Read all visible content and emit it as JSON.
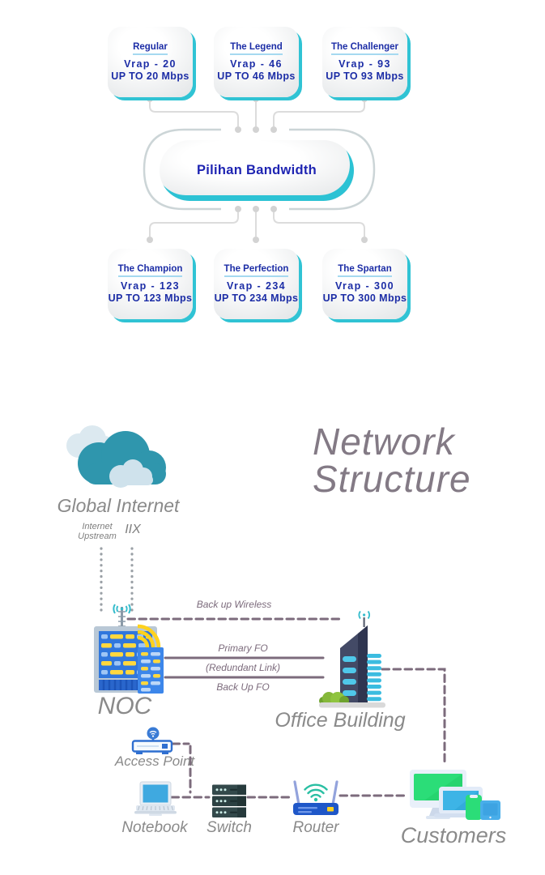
{
  "bandwidth_diagram": {
    "center_label": "Pilihan Bandwidth",
    "plans": [
      {
        "name": "Regular",
        "package": "Vrap - 20",
        "speed": "UP TO 20 Mbps"
      },
      {
        "name": "The Legend",
        "package": "Vrap - 46",
        "speed": "UP TO 46 Mbps"
      },
      {
        "name": "The Challenger",
        "package": "Vrap - 93",
        "speed": "UP TO 93 Mbps"
      },
      {
        "name": "The Champion",
        "package": "Vrap - 123",
        "speed": "UP TO 123 Mbps"
      },
      {
        "name": "The Perfection",
        "package": "Vrap - 234",
        "speed": "UP TO 234 Mbps"
      },
      {
        "name": "The Spartan",
        "package": "Vrap - 300",
        "speed": "UP TO 300 Mbps"
      }
    ],
    "colors": {
      "plan_text": "#1c2da6",
      "teal_accent": "#30c3d4",
      "title_underline": "#a5d9f0",
      "connector_gray": "#dcdcdc"
    }
  },
  "network_diagram": {
    "title_line1": "Network",
    "title_line2": "Structure",
    "nodes": {
      "global_internet": "Global Internet",
      "noc": "NOC",
      "office_building": "Office Building",
      "access_point": "Access Point",
      "notebook": "Notebook",
      "switch": "Switch",
      "router": "Router",
      "customers": "Customers"
    },
    "links": {
      "internet_upstream": "Internet Upstream",
      "iix": "IIX",
      "backup_wireless": "Back up Wireless",
      "primary_fo": "Primary FO",
      "redundant_link": "(Redundant Link)",
      "backup_fo": "Back Up FO"
    },
    "icon_names": [
      "cloud-icon",
      "noc-building-icon",
      "antenna-icon",
      "wifi-signal-icon",
      "office-building-icon",
      "access-point-icon",
      "notebook-icon",
      "switch-icon",
      "router-icon",
      "customers-devices-icon"
    ],
    "colors": {
      "line_mauve": "#7c6b7c",
      "label_gray": "#8a8a8a",
      "title_color": "#837a85",
      "cloud_teal": "#2f96ad",
      "device_blue": "#2f6fd0",
      "device_green": "#2bdd78",
      "device_cyan": "#3db4e6",
      "wifi_teal": "#2abfa3",
      "signal_yellow": "#ffd21e"
    }
  }
}
